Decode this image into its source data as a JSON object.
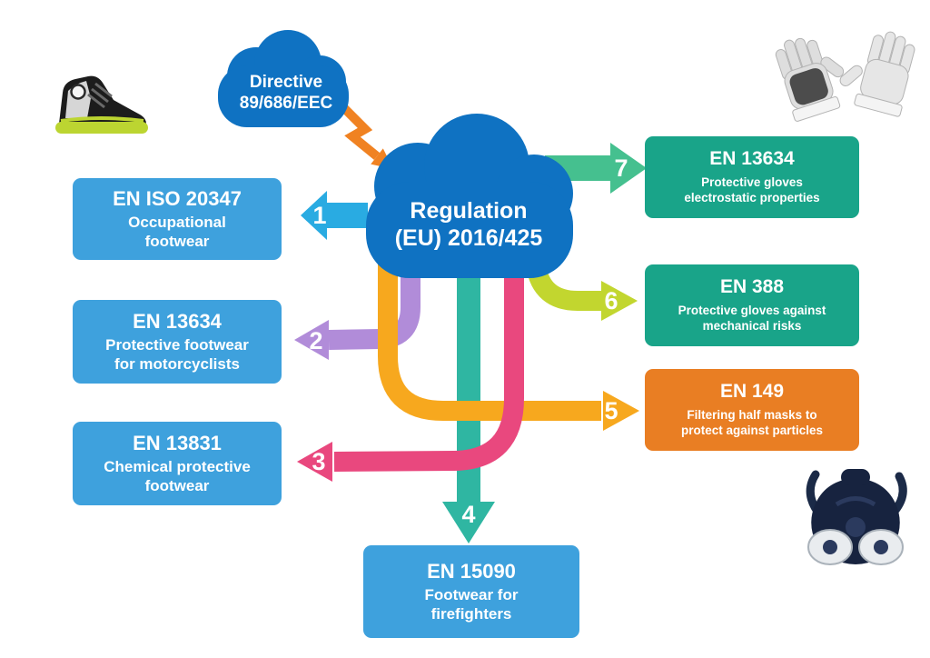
{
  "clouds": {
    "directive": {
      "line1": "Directive",
      "line2": "89/686/EEC",
      "color": "#0f72c2"
    },
    "regulation": {
      "line1": "Regulation",
      "line2": "(EU) 2016/425",
      "color": "#0f72c2"
    }
  },
  "connector": {
    "color": "#f08222"
  },
  "arrows": [
    {
      "number": "1",
      "color": "#29abe2"
    },
    {
      "number": "2",
      "color": "#b18cd9"
    },
    {
      "number": "3",
      "color": "#e9487e"
    },
    {
      "number": "4",
      "color": "#2fb6a2"
    },
    {
      "number": "5",
      "color": "#f7a81e"
    },
    {
      "number": "6",
      "color": "#c2d62f"
    },
    {
      "number": "7",
      "color": "#45c08f"
    }
  ],
  "boxes": {
    "left": [
      {
        "title": "EN ISO 20347",
        "subtitle": "Occupational footwear",
        "color": "#3ea1dd"
      },
      {
        "title": "EN 13634",
        "subtitle": "Protective footwear for motorcyclists",
        "color": "#3ea1dd"
      },
      {
        "title": "EN 13831",
        "subtitle": "Chemical protective footwear",
        "color": "#3ea1dd"
      }
    ],
    "bottom": {
      "title": "EN 15090",
      "subtitle": "Footwear for firefighters",
      "color": "#3ea1dd"
    },
    "right": [
      {
        "title": "EN 13634",
        "subtitle": "Protective gloves electrostatic properties",
        "color": "#19a489"
      },
      {
        "title": "EN 388",
        "subtitle": "Protective gloves against mechanical risks",
        "color": "#19a489"
      },
      {
        "title": "EN 149",
        "subtitle": "Filtering half masks to protect against particles",
        "color": "#e97e23"
      }
    ]
  },
  "images": [
    {
      "name": "safety-shoe"
    },
    {
      "name": "protective-gloves"
    },
    {
      "name": "respirator-half-mask"
    }
  ]
}
